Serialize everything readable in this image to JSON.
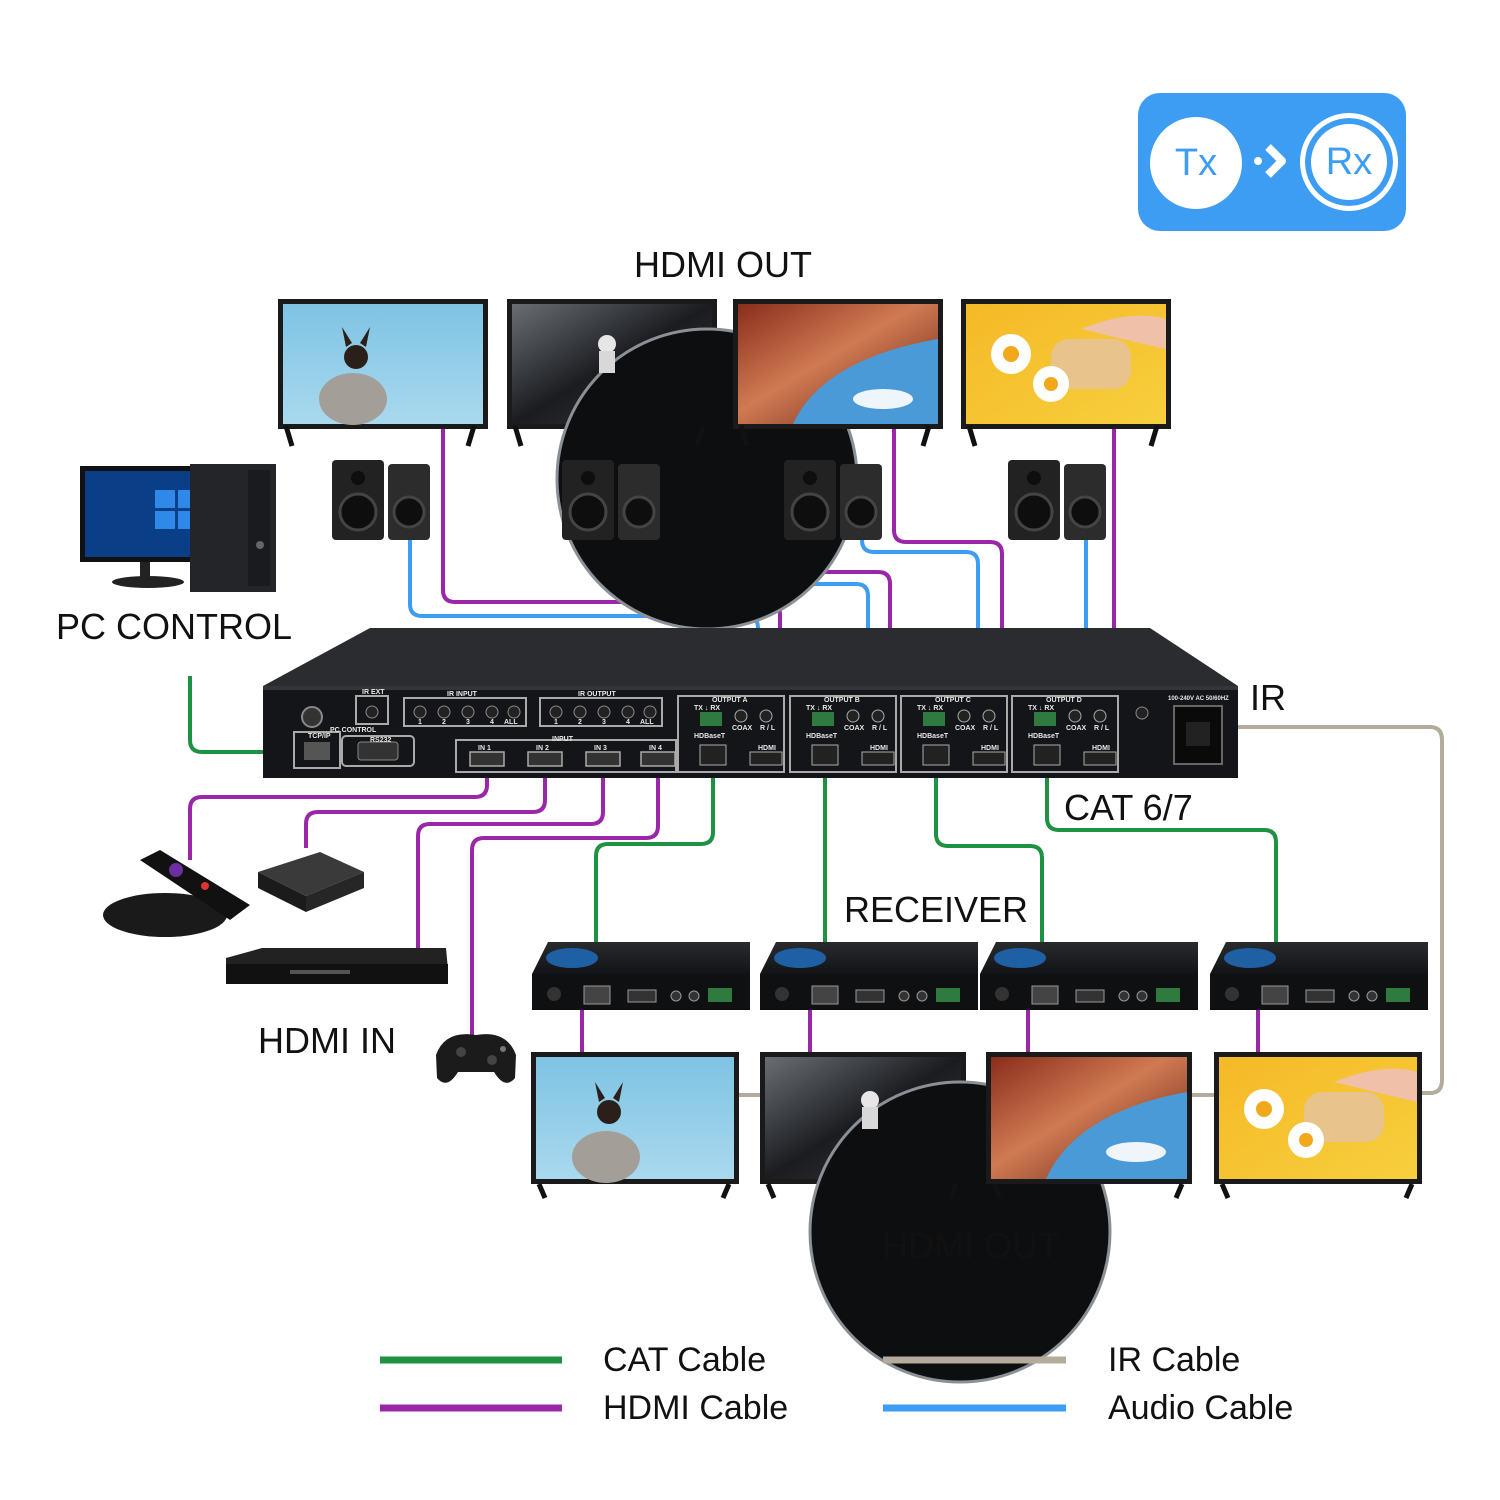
{
  "badge": {
    "tx": "Tx",
    "rx": "Rx"
  },
  "labels": {
    "hdmi_out_top": "HDMI OUT",
    "pc_control": "PC CONTROL",
    "ir": "IR",
    "cat67": "CAT 6/7",
    "receiver": "RECEIVER",
    "hdmi_in": "HDMI IN",
    "hdmi_out_bottom": "HDMI OUT"
  },
  "panel": {
    "ir_ext": "IR EXT",
    "ir_input": "IR INPUT",
    "ir_output": "IR OUTPUT",
    "input": "INPUT",
    "pc_control": "PC CONTROL",
    "tcpip": "TCP/IP",
    "rs232": "RS232",
    "power": "100-240V AC 50/60HZ",
    "ir_ports": [
      "1",
      "2",
      "3",
      "4",
      "ALL"
    ],
    "hdmi_inputs": [
      "IN 1",
      "IN 2",
      "IN 3",
      "IN 4"
    ],
    "outputs": [
      "OUTPUT A",
      "OUTPUT B",
      "OUTPUT C",
      "OUTPUT D"
    ],
    "output_sub": {
      "txrx": "TX ↓ RX",
      "coax": "COAX",
      "rl": "R / L",
      "hdbaset": "HDBaseT",
      "hdmi": "HDMI"
    }
  },
  "legend": [
    {
      "name": "CAT Cable",
      "color": "#1e9142"
    },
    {
      "name": "HDMI Cable",
      "color": "#9a26a8"
    },
    {
      "name": "IR Cable",
      "color": "#b3ab9b"
    },
    {
      "name": "Audio Cable",
      "color": "#3d9df3"
    }
  ],
  "colors": {
    "cat": "#1e9142",
    "hdmi": "#9a26a8",
    "ir": "#b3ab9b",
    "audio": "#3d9df3",
    "device": "#1c1d20",
    "badge": "#3d9df3"
  },
  "icons": [
    "dog-cat-screen",
    "astronaut-screen",
    "canyon-screen",
    "flower-toast-screen",
    "speaker-pair-icon",
    "desktop-pc-icon",
    "roku-remote-icon",
    "streaming-box-icon",
    "dvd-player-icon",
    "gamepad-icon",
    "receiver-unit-icon",
    "matrix-switch-icon"
  ]
}
